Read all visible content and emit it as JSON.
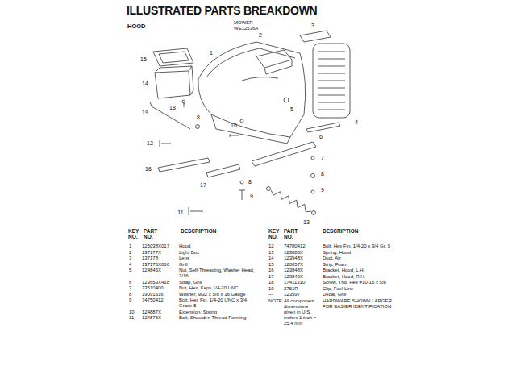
{
  "diagram": {
    "title": "ILLUSTRATED PARTS BREAKDOWN",
    "labels": [
      "HOOD",
      "MOWER",
      "WE12536A",
      "1",
      "2",
      "3",
      "4",
      "5",
      "15",
      "14",
      "18",
      "19",
      "12",
      "8",
      "10",
      "6",
      "7",
      "8",
      "9",
      "16",
      "17",
      "8",
      "9",
      "13",
      "11",
      "KEY NO.",
      "PART NO.",
      "DESCRIPTION",
      "KEY NO.",
      "PART NO.",
      "DESCRIPTION",
      "1",
      "125038X017",
      "Hood",
      "2",
      "137177X",
      "Light Box",
      "3",
      "137178",
      "Lens",
      "4",
      "137176X066",
      "Grill",
      "5",
      "124845X",
      "Nut, Self-Threading, Washer Head, 3/16",
      "6",
      "123653X418",
      "Strap, Grill",
      "7",
      "73510400",
      "Nut, Hex, Keps 1/4-20 UNC",
      "8",
      "19091616",
      "Washer, 9/32 x 5/8 x 16 Gauge",
      "9",
      "74750412",
      "Bolt, Hex Fin. 1/4-20 UNC x 3/4 Grade 5",
      "10",
      "124887X",
      "Extension, Spring",
      "11",
      "124875X",
      "Bolt, Shoulder, Thread Forming",
      "12",
      "74780412",
      "Bolt, Hex Fin. 1/4-20 x 3/4 Gr. 5",
      "13",
      "123885X",
      "Spring, Hood",
      "14",
      "123948X",
      "Duct, Air",
      "15",
      "120057X",
      "Strip, Foam",
      "16",
      "123848X",
      "Bracket, Hood, L.H.",
      "17",
      "123849X",
      "Bracket, Hood, R.H.",
      "18",
      "17411310",
      "Screw, Thd. Hex #10-16 x 5/8",
      "19",
      "2751R",
      "Clip, Fuel Line",
      "—",
      "123597",
      "Decal, Grill",
      "NOTE:",
      "All component dimensions given in U.S. inches 1 inch = 25.4 mm",
      "HARDWARE SHOWN LARGER FOR EASIER IDENTIFICATION"
    ]
  }
}
